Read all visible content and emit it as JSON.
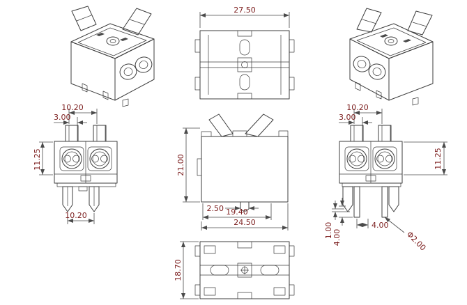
{
  "drawing": {
    "title": "2-pole terminal block multiview drawing",
    "colors": {
      "background": "#ffffff",
      "lines": "#3d3d3d",
      "dimension_text": "#7d2020"
    },
    "dims": {
      "top_view_width": "27.50",
      "front_left": {
        "pitch_top": "10.20",
        "slot_width": "3.00",
        "body_height": "11.25",
        "pitch_bottom": "10.20"
      },
      "side_view": {
        "overall_height": "21.00",
        "foot_width": "2.50",
        "body_width": "19.40",
        "overall_width": "24.50"
      },
      "front_right": {
        "pitch_top": "10.20",
        "slot_width": "3.00",
        "body_height": "11.25",
        "pin_step": "1.00",
        "pin_length": "4.00",
        "pin_offset": "4.00",
        "pin_diameter": "Φ2.00"
      },
      "bottom_view_depth": "18.70"
    }
  }
}
